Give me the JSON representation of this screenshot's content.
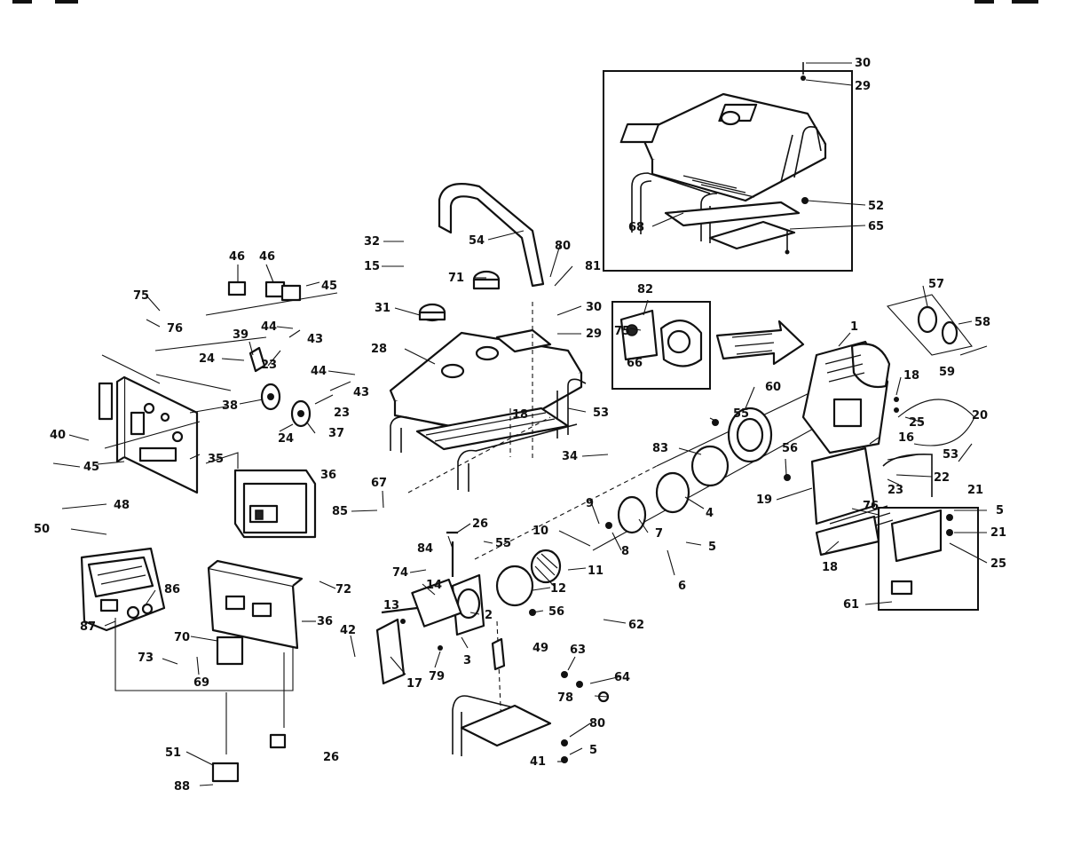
{
  "callouts": [
    {
      "id": "c30a",
      "text": "30"
    },
    {
      "id": "c29a",
      "text": "29"
    },
    {
      "id": "c52",
      "text": "52"
    },
    {
      "id": "c65",
      "text": "65"
    },
    {
      "id": "c68",
      "text": "68"
    },
    {
      "id": "c32",
      "text": "32"
    },
    {
      "id": "c15",
      "text": "15"
    },
    {
      "id": "c54",
      "text": "54"
    },
    {
      "id": "c80a",
      "text": "80"
    },
    {
      "id": "c81",
      "text": "81"
    },
    {
      "id": "c71",
      "text": "71"
    },
    {
      "id": "c31",
      "text": "31"
    },
    {
      "id": "c30b",
      "text": "30"
    },
    {
      "id": "c29b",
      "text": "29"
    },
    {
      "id": "c28",
      "text": "28"
    },
    {
      "id": "c18a",
      "text": "18"
    },
    {
      "id": "c53a",
      "text": "53"
    },
    {
      "id": "c34",
      "text": "34"
    },
    {
      "id": "c82",
      "text": "82"
    },
    {
      "id": "c75a",
      "text": "75"
    },
    {
      "id": "c66",
      "text": "66"
    },
    {
      "id": "c46a",
      "text": "46"
    },
    {
      "id": "c46b",
      "text": "46"
    },
    {
      "id": "c45a",
      "text": "45"
    },
    {
      "id": "c75b",
      "text": "75"
    },
    {
      "id": "c76a",
      "text": "76"
    },
    {
      "id": "c44a",
      "text": "44"
    },
    {
      "id": "c43a",
      "text": "43"
    },
    {
      "id": "c39",
      "text": "39"
    },
    {
      "id": "c24a",
      "text": "24"
    },
    {
      "id": "c23a",
      "text": "23"
    },
    {
      "id": "c44b",
      "text": "44"
    },
    {
      "id": "c43b",
      "text": "43"
    },
    {
      "id": "c38",
      "text": "38"
    },
    {
      "id": "c23b",
      "text": "23"
    },
    {
      "id": "c37",
      "text": "37"
    },
    {
      "id": "c24b",
      "text": "24"
    },
    {
      "id": "c40",
      "text": "40"
    },
    {
      "id": "c45b",
      "text": "45"
    },
    {
      "id": "c35",
      "text": "35"
    },
    {
      "id": "c36a",
      "text": "36"
    },
    {
      "id": "c48",
      "text": "48"
    },
    {
      "id": "c50",
      "text": "50"
    },
    {
      "id": "c57",
      "text": "57"
    },
    {
      "id": "c58",
      "text": "58"
    },
    {
      "id": "c59",
      "text": "59"
    },
    {
      "id": "c1",
      "text": "1"
    },
    {
      "id": "c18b",
      "text": "18"
    },
    {
      "id": "c25a",
      "text": "25"
    },
    {
      "id": "c20",
      "text": "20"
    },
    {
      "id": "c60",
      "text": "60"
    },
    {
      "id": "c55a",
      "text": "55"
    },
    {
      "id": "c16",
      "text": "16"
    },
    {
      "id": "c83",
      "text": "83"
    },
    {
      "id": "c56a",
      "text": "56"
    },
    {
      "id": "c53b",
      "text": "53"
    },
    {
      "id": "c22",
      "text": "22"
    },
    {
      "id": "c23c",
      "text": "23"
    },
    {
      "id": "c19",
      "text": "19"
    },
    {
      "id": "c21a",
      "text": "21"
    },
    {
      "id": "c76b",
      "text": "76"
    },
    {
      "id": "c5a",
      "text": "5"
    },
    {
      "id": "c21b",
      "text": "21"
    },
    {
      "id": "c25b",
      "text": "25"
    },
    {
      "id": "c18c",
      "text": "18"
    },
    {
      "id": "c61",
      "text": "61"
    },
    {
      "id": "c67",
      "text": "67"
    },
    {
      "id": "c85",
      "text": "85"
    },
    {
      "id": "c26a",
      "text": "26"
    },
    {
      "id": "c9",
      "text": "9"
    },
    {
      "id": "c10",
      "text": "10"
    },
    {
      "id": "c8",
      "text": "8"
    },
    {
      "id": "c7",
      "text": "7"
    },
    {
      "id": "c4",
      "text": "4"
    },
    {
      "id": "c5b",
      "text": "5"
    },
    {
      "id": "c6",
      "text": "6"
    },
    {
      "id": "c84",
      "text": "84"
    },
    {
      "id": "c55b",
      "text": "55"
    },
    {
      "id": "c74",
      "text": "74"
    },
    {
      "id": "c11",
      "text": "11"
    },
    {
      "id": "c14",
      "text": "14"
    },
    {
      "id": "c13",
      "text": "13"
    },
    {
      "id": "c12",
      "text": "12"
    },
    {
      "id": "c56b",
      "text": "56"
    },
    {
      "id": "c62",
      "text": "62"
    },
    {
      "id": "c72",
      "text": "72"
    },
    {
      "id": "c2",
      "text": "2"
    },
    {
      "id": "c86",
      "text": "86"
    },
    {
      "id": "c87",
      "text": "87"
    },
    {
      "id": "c36b",
      "text": "36"
    },
    {
      "id": "c42",
      "text": "42"
    },
    {
      "id": "c70",
      "text": "70"
    },
    {
      "id": "c3",
      "text": "3"
    },
    {
      "id": "c49",
      "text": "49"
    },
    {
      "id": "c73",
      "text": "73"
    },
    {
      "id": "c69",
      "text": "69"
    },
    {
      "id": "c17",
      "text": "17"
    },
    {
      "id": "c79",
      "text": "79"
    },
    {
      "id": "c63",
      "text": "63"
    },
    {
      "id": "c64",
      "text": "64"
    },
    {
      "id": "c78",
      "text": "78"
    },
    {
      "id": "c80b",
      "text": "80"
    },
    {
      "id": "c5c",
      "text": "5"
    },
    {
      "id": "c41",
      "text": "41"
    },
    {
      "id": "c51",
      "text": "51"
    },
    {
      "id": "c26b",
      "text": "26"
    },
    {
      "id": "c88",
      "text": "88"
    }
  ]
}
